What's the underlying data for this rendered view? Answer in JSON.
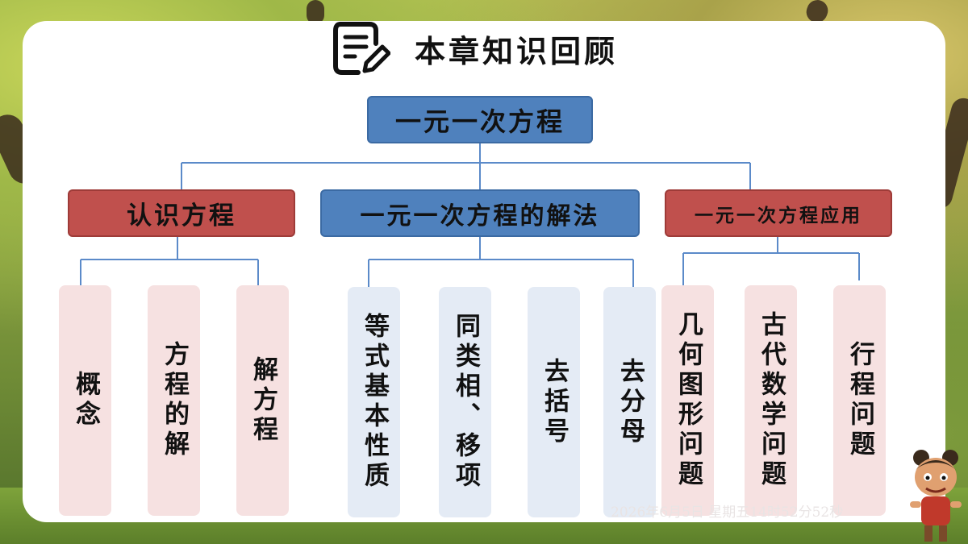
{
  "header": {
    "title": "本章知识回顾",
    "icon": "notes-edit-icon"
  },
  "diagram": {
    "root": "一元一次方程",
    "branches": [
      {
        "label": "认识方程",
        "color": "#c0504d",
        "leaves": [
          "概念",
          "方程的解",
          "解方程"
        ]
      },
      {
        "label": "一元一次方程的解法",
        "color": "#4f81bd",
        "leaves": [
          "等式基本性质",
          "同类相、移项",
          "去括号",
          "去分母"
        ]
      },
      {
        "label": "一元一次方程应用",
        "color": "#c0504d",
        "leaves": [
          "几何图形问题",
          "古代数学问题",
          "行程问题"
        ]
      }
    ],
    "line_color": "#5b8ac9"
  },
  "footer": {
    "clock": "2026年6月5日 星期五14时52分52秒"
  },
  "colors": {
    "pink_leaf": "#f6e1e1",
    "blue_leaf": "#e4ebf5"
  }
}
